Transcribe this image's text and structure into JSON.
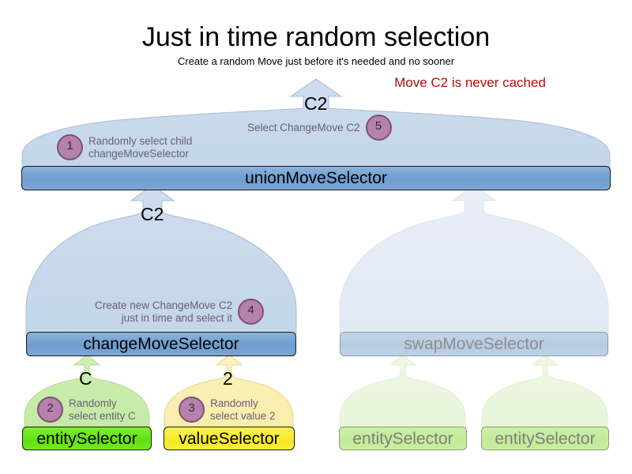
{
  "header": {
    "title": "Just in time random selection",
    "subtitle": "Create a random Move just before it's needed and no sooner",
    "warning": "Move C2 is never cached",
    "warning_color": "#b80a0a"
  },
  "colors": {
    "branch_blue": "#c8d9ec",
    "branch_blue_faded": "#e4ebf5",
    "branch_green": "#c9ecab",
    "branch_green_faded": "#eaf7de",
    "branch_yellow": "#faeeb0",
    "bar_blue": "#6e9dcf",
    "bar_blue_faded": "#b6cbe2",
    "bar_green": "#63e011",
    "bar_green_faded": "#c3ea99",
    "bar_yellow": "#f7e926",
    "annotation_circle": "#b581ad",
    "annotation_text": "#6b5d7a"
  },
  "nodes": {
    "union": {
      "label": "unionMoveSelector"
    },
    "change": {
      "label": "changeMoveSelector"
    },
    "swap": {
      "label": "swapMoveSelector"
    },
    "entity_c": {
      "label": "entitySelector"
    },
    "value_2": {
      "label": "valueSelector"
    },
    "swap_entity_left": {
      "label": "entitySelector"
    },
    "swap_entity_right": {
      "label": "entitySelector"
    }
  },
  "branch_labels": {
    "top_union": "C2",
    "union_to_change": "C2",
    "change_to_entity": "C",
    "change_to_value": "2"
  },
  "annotations": [
    {
      "number": "1",
      "text": "Randomly select child\nchangeMoveSelector",
      "align": "left"
    },
    {
      "number": "5",
      "text": "Select ChangeMove C2",
      "align": "right"
    },
    {
      "number": "4",
      "text": "Create new ChangeMove C2\njust in time and select it",
      "align": "right"
    },
    {
      "number": "2",
      "text": "Randomly\nselect entity C",
      "align": "left"
    },
    {
      "number": "3",
      "text": "Randomly\nselect value 2",
      "align": "left"
    }
  ]
}
